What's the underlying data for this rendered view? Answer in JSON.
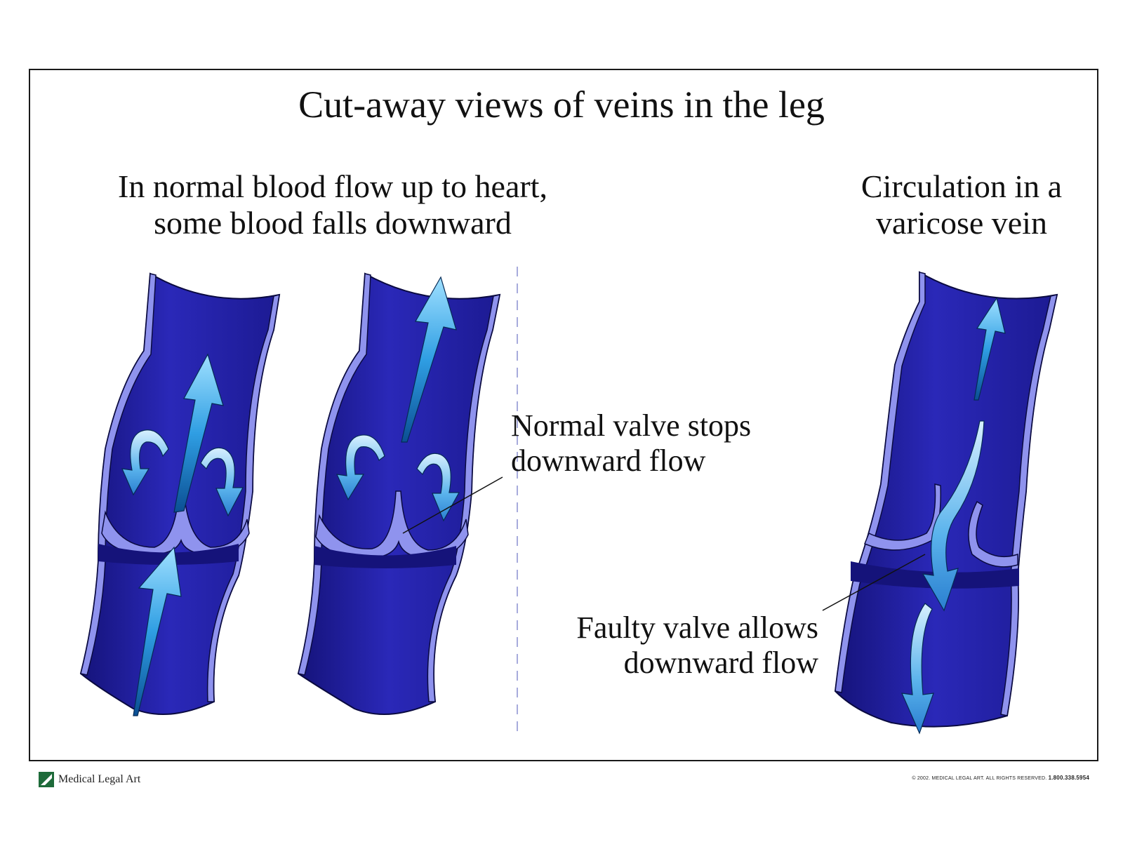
{
  "title": "Cut-away views of veins in the leg",
  "heading_left": {
    "line1": "In normal blood flow up to heart,",
    "line2": "some blood falls downward"
  },
  "heading_right": {
    "line1": "Circulation in a",
    "line2": "varicose vein"
  },
  "label_normal": {
    "line1": "Normal valve stops",
    "line2": "downward flow"
  },
  "label_faulty": {
    "line1": "Faulty valve allows",
    "line2": "downward flow"
  },
  "footer": {
    "logo_text": "Medical Legal Art",
    "copyright": "© 2002. MEDICAL LEGAL ART. ALL RIGHTS RESERVED.",
    "phone": "1.800.338.5954"
  },
  "colors": {
    "vein_fill": "#2422a8",
    "vein_dark": "#15137a",
    "vein_wall": "#8f93ee",
    "arrow_light": "#8ad0f5",
    "arrow_mid": "#3ba3e2",
    "arrow_dark": "#0e5fa8",
    "logo_green": "#1e6b3a"
  }
}
